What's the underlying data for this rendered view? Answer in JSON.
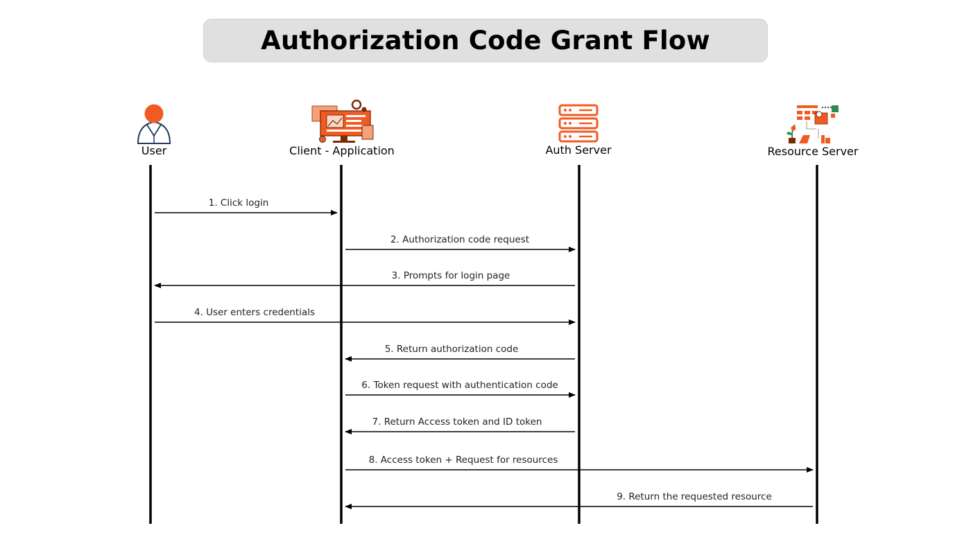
{
  "title": "Authorization Code Grant Flow",
  "colors": {
    "accent": "#f15a22",
    "dark": "#1f3a5f",
    "line": "#000000",
    "title_bg": "#e0e0e0"
  },
  "actors": [
    {
      "id": "user",
      "label": "User",
      "icon": "user-icon"
    },
    {
      "id": "client",
      "label": "Client - Application",
      "icon": "application-icon"
    },
    {
      "id": "auth",
      "label": "Auth Server",
      "icon": "server-icon"
    },
    {
      "id": "resource",
      "label": "Resource Server",
      "icon": "resource-server-icon"
    }
  ],
  "messages": [
    {
      "from": "user",
      "to": "client",
      "label": "1. Click login"
    },
    {
      "from": "client",
      "to": "auth",
      "label": "2. Authorization code request"
    },
    {
      "from": "auth",
      "to": "user",
      "label": "3. Prompts for login page"
    },
    {
      "from": "user",
      "to": "auth",
      "label": "4. User enters credentials"
    },
    {
      "from": "auth",
      "to": "client",
      "label": "5. Return authorization code"
    },
    {
      "from": "client",
      "to": "auth",
      "label": "6. Token request with authentication code"
    },
    {
      "from": "auth",
      "to": "client",
      "label": "7. Return Access token and ID token"
    },
    {
      "from": "client",
      "to": "resource",
      "label": "8. Access token + Request for resources"
    },
    {
      "from": "resource",
      "to": "client",
      "label": "9. Return the requested resource"
    }
  ]
}
